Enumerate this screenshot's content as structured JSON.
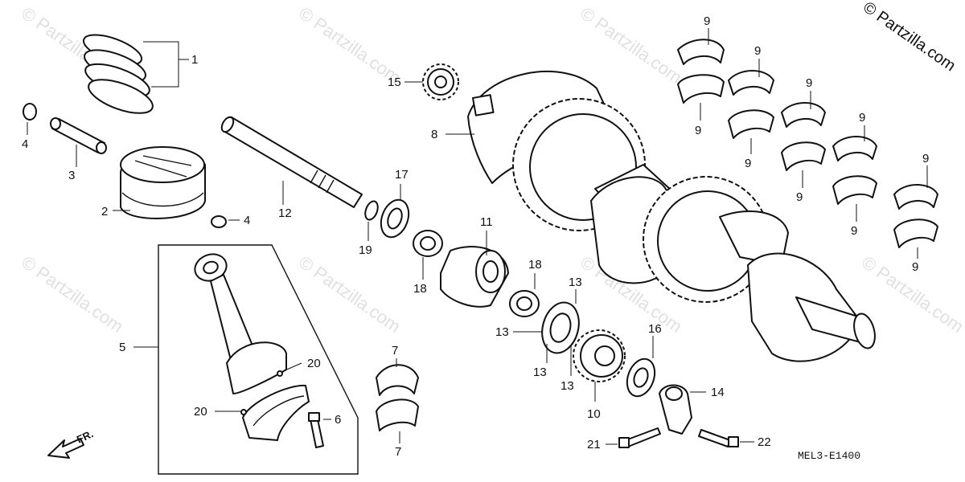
{
  "watermark": "© Partzilla.com",
  "copyright": "© Partzilla.com",
  "diagram_code": "MEL3-E1400",
  "direction_label": "FR.",
  "callouts": {
    "c1": "1",
    "c2": "2",
    "c3": "3",
    "c4a": "4",
    "c4b": "4",
    "c5": "5",
    "c6": "6",
    "c7a": "7",
    "c7b": "7",
    "c8": "8",
    "c9a": "9",
    "c9b": "9",
    "c9c": "9",
    "c9d": "9",
    "c9e": "9",
    "c9f": "9",
    "c9g": "9",
    "c9h": "9",
    "c9i": "9",
    "c9j": "9",
    "c10": "10",
    "c11": "11",
    "c12": "12",
    "c13a": "13",
    "c13b": "13",
    "c13c": "13",
    "c13d": "13",
    "c14": "14",
    "c15": "15",
    "c16": "16",
    "c17": "17",
    "c18a": "18",
    "c18b": "18",
    "c19": "19",
    "c20a": "20",
    "c20b": "20",
    "c21": "21",
    "c22": "22"
  }
}
